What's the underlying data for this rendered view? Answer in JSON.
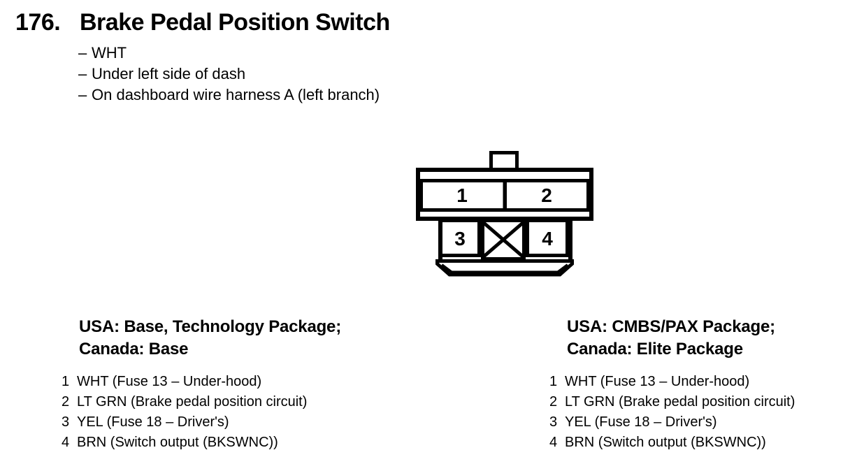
{
  "section": {
    "number": "176.",
    "title": "Brake Pedal Position Switch",
    "bullet_dash": "–",
    "bullets": [
      "WHT",
      "Under left side of dash",
      "On dashboard wire harness A (left branch)"
    ]
  },
  "connector": {
    "cavities": [
      "1",
      "2",
      "3",
      "4"
    ]
  },
  "variants": [
    {
      "heading_line1": "USA: Base, Technology Package;",
      "heading_line2": "Canada: Base",
      "pins": [
        {
          "num": "1",
          "desc": "WHT (Fuse 13 – Under-hood)"
        },
        {
          "num": "2",
          "desc": "LT GRN (Brake pedal position circuit)"
        },
        {
          "num": "3",
          "desc": "YEL (Fuse 18 – Driver's)"
        },
        {
          "num": "4",
          "desc": "BRN (Switch output (BKSWNC))"
        }
      ]
    },
    {
      "heading_line1": "USA: CMBS/PAX Package;",
      "heading_line2": "Canada: Elite Package",
      "pins": [
        {
          "num": "1",
          "desc": "WHT (Fuse 13 – Under-hood)"
        },
        {
          "num": "2",
          "desc": "LT GRN (Brake pedal position circuit)"
        },
        {
          "num": "3",
          "desc": "YEL (Fuse 18 – Driver's)"
        },
        {
          "num": "4",
          "desc": "BRN (Switch output (BKSWNC))"
        }
      ]
    }
  ],
  "colors": {
    "ink": "#000000",
    "paper": "#ffffff"
  }
}
